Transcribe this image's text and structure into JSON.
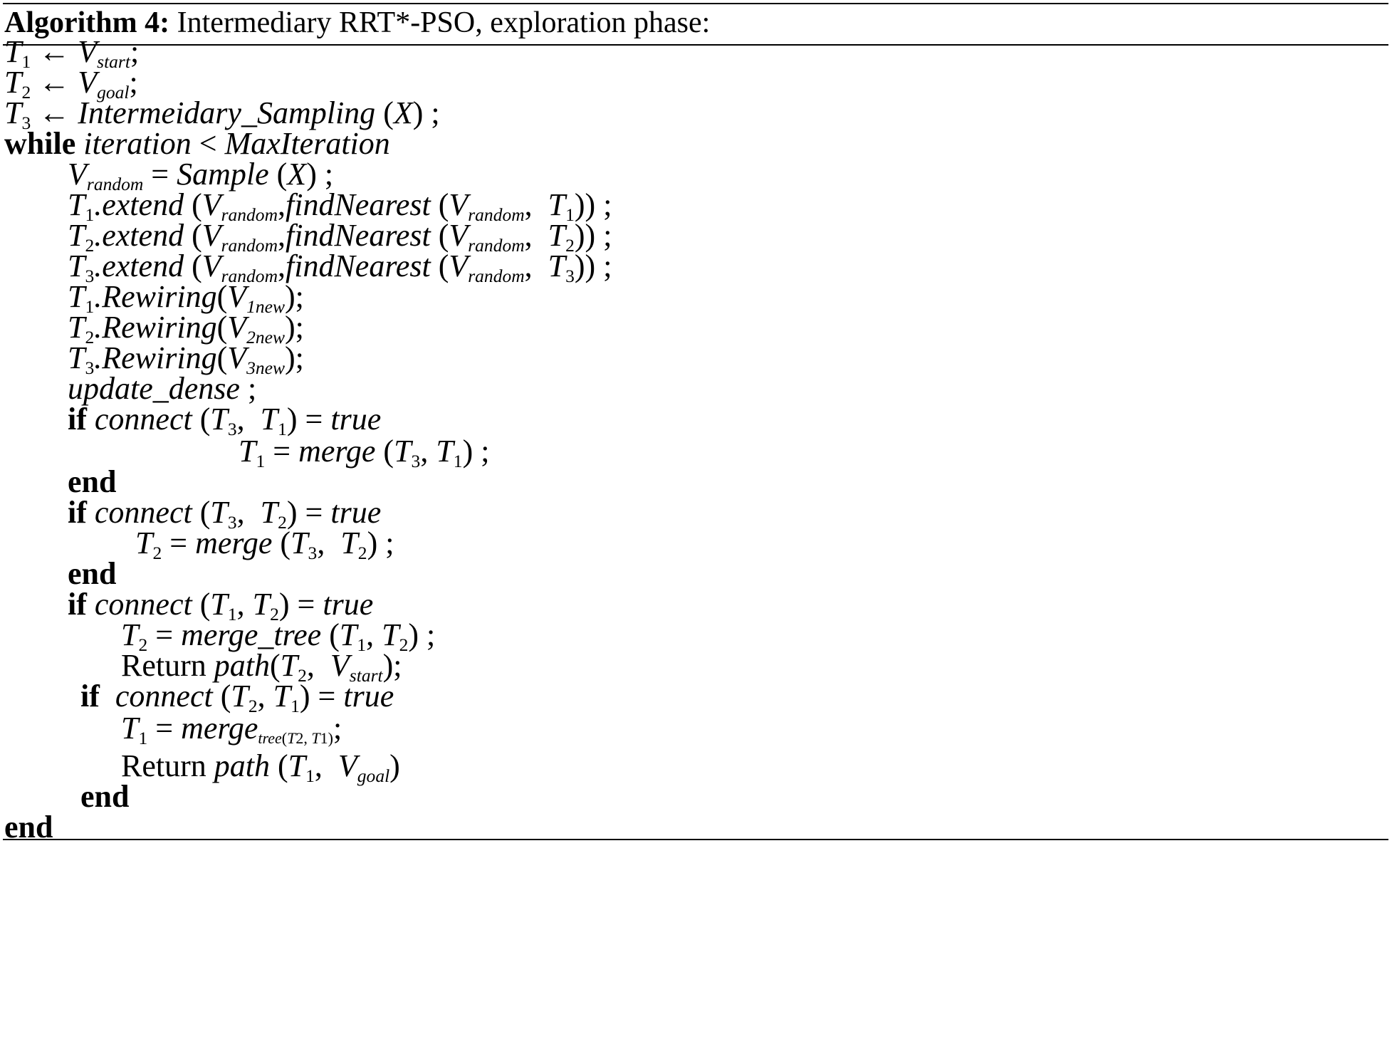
{
  "algorithm": {
    "label": "Algorithm 4:",
    "title": "Intermediary RRT*-PSO, exploration phase:"
  },
  "symbols": {
    "T": "T",
    "V": "V",
    "X": "X",
    "arrow": "←",
    "eq": "=",
    "lt": "<",
    "semi": ";",
    "comma": ",",
    "lp": "(",
    "rp": ")"
  },
  "subs": {
    "one": "1",
    "two": "2",
    "three": "3",
    "start": "start",
    "goal": "goal",
    "random": "random",
    "one_new": "1new",
    "two_new": "2new",
    "three_new": "3new",
    "tree": "tree"
  },
  "words": {
    "intermediary_sampling": "Intermeidary_Sampling",
    "sample": "Sample",
    "extend": ".extend",
    "find_nearest": "findNearest",
    "rewiring": ".Rewiring",
    "update_dense": "update_dense",
    "connect": "connect",
    "merge": "merge",
    "merge_tree": "merge_tree",
    "true": "true",
    "iteration": "iteration",
    "max_iteration": "MaxIteration",
    "return": "Return",
    "path": "path"
  },
  "keywords": {
    "while": "while",
    "if": "if",
    "end": "end"
  }
}
